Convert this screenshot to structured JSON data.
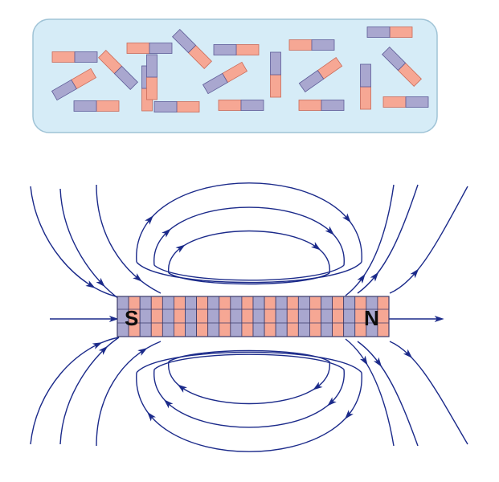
{
  "diagram": {
    "unmagnetized_domains": {
      "count": 20
    },
    "magnet": {
      "south_label": "S",
      "north_label": "N",
      "segment_count": 12
    },
    "field_lines": {
      "direction": "south-to-north"
    },
    "colors": {
      "panel_fill": "#d6ecf7",
      "panel_stroke": "#9fc3d6",
      "north_half": "#f6a794",
      "south_half": "#a9a7cf",
      "magnet_stroke": "#3a3a6a",
      "field_line": "#1b2a8a"
    }
  }
}
